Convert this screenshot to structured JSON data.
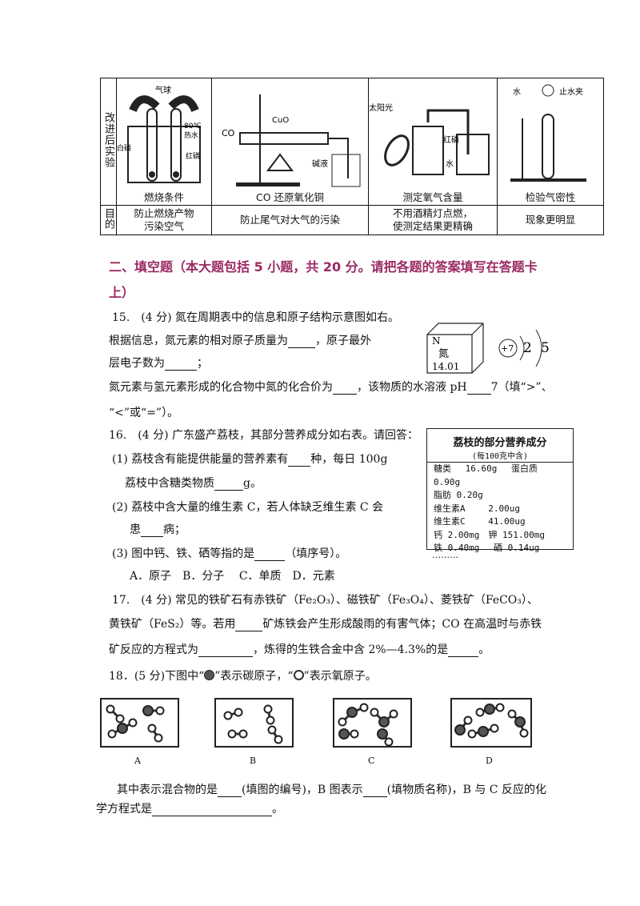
{
  "table": {
    "row1_header": "改进后实验",
    "row2_header": "目的",
    "columns": [
      {
        "caption": "燃烧条件",
        "aim": [
          "防止燃烧产物",
          "污染空气"
        ],
        "labels": [
          "气球",
          "80℃",
          "热水",
          "白磷",
          "红磷"
        ]
      },
      {
        "caption": "CO 还原氧化铜",
        "aim": [
          "防止尾气对大气的污染"
        ],
        "labels": [
          "CO",
          "CuO",
          "碱液"
        ]
      },
      {
        "caption": "测定氧气含量",
        "aim": [
          "不用酒精灯点燃，",
          "使测定结果更精确"
        ],
        "labels": [
          "太阳光",
          "红磷",
          "水"
        ]
      },
      {
        "caption": "检验气密性",
        "aim": [
          "现象更明显"
        ],
        "labels": [
          "水",
          "止水夹"
        ]
      }
    ]
  },
  "section": {
    "title_line1": "二、填空题（本大题包括 5 小题，共 20 分。请把各题的答案填写在答题卡",
    "title_line2": "上）"
  },
  "q15": {
    "l1": "15.　(4 分) 氮在周期表中的信息和原子结构示意图如右。",
    "l2a": "根据信息，氮元素的相对原子质量为",
    "l2b": "，原子最外",
    "l3a": "层电子数为",
    "l3b": "；",
    "l4a": "氮元素与氢元素形成的化合物中氮的化合价为",
    "l4b": "，该物质的水溶液 pH",
    "l4c": "7（填“>”、",
    "l5": "“<”或“=”）。",
    "element": {
      "symbol": "N",
      "name": "氮",
      "mass": "14.01"
    },
    "atom": {
      "nucleus": "+7",
      "shells": [
        "2",
        "5"
      ]
    }
  },
  "q16": {
    "l1": "16.　(4 分) 广东盛产荔枝，其部分营养成分如右表。请回答：",
    "l2a": "(1) 荔枝含有能提供能量的营养素有",
    "l2b": "种，每日 100g",
    "l3a": "荔枝中含糖类物质",
    "l3b": "g。",
    "l4": "(2) 荔枝中含大量的维生素 C，若人体缺乏维生素 C 会",
    "l5a": "患",
    "l5b": "病；",
    "l6a": "(3) 图中钙、铁、硒等指的是",
    "l6b": "（填序号）。",
    "options": "A．原子　B．分子　 C．单质　D．元素",
    "nutrition": {
      "title": "荔枝的部分营养成分",
      "subtitle": "(每100克中含)",
      "rows": [
        "糖类　 16.60g　 蛋白质",
        "0.90g",
        "脂肪 0.20g",
        "维生素A　　 2.00ug",
        "维生素C　　 41.00ug",
        "钙 2.00mg　钾 151.00mg",
        "铁 0.40mg　 硒 0.14ug",
        "………"
      ]
    }
  },
  "q17": {
    "l1": "17.　(4 分) 常见的铁矿石有赤铁矿（Fe₂O₃）、磁铁矿（Fe₃O₄）、菱铁矿（FeCO₃）、",
    "l2a": "黄铁矿（FeS₂）等。若用",
    "l2b": "矿炼铁会产生形成酸雨的有害气体；CO 在高温时与赤铁",
    "l3a": "矿反应的方程式为",
    "l3b": "，炼得的生铁合金中含 2%—4.3%的是",
    "l3c": "。"
  },
  "q18": {
    "l1a": "18．(5 分)下图中“",
    "l1b": "”表示碳原子，“",
    "l1c": "”表示氧原子。",
    "labels": [
      "A",
      "B",
      "C",
      "D"
    ],
    "l2a": "其中表示混合物的是",
    "l2b": "(填图的编号)，B 图表示",
    "l2c": "(填物质名称)，B 与 C 反应的化",
    "l3a": "学方程式是",
    "l3b": "。"
  }
}
